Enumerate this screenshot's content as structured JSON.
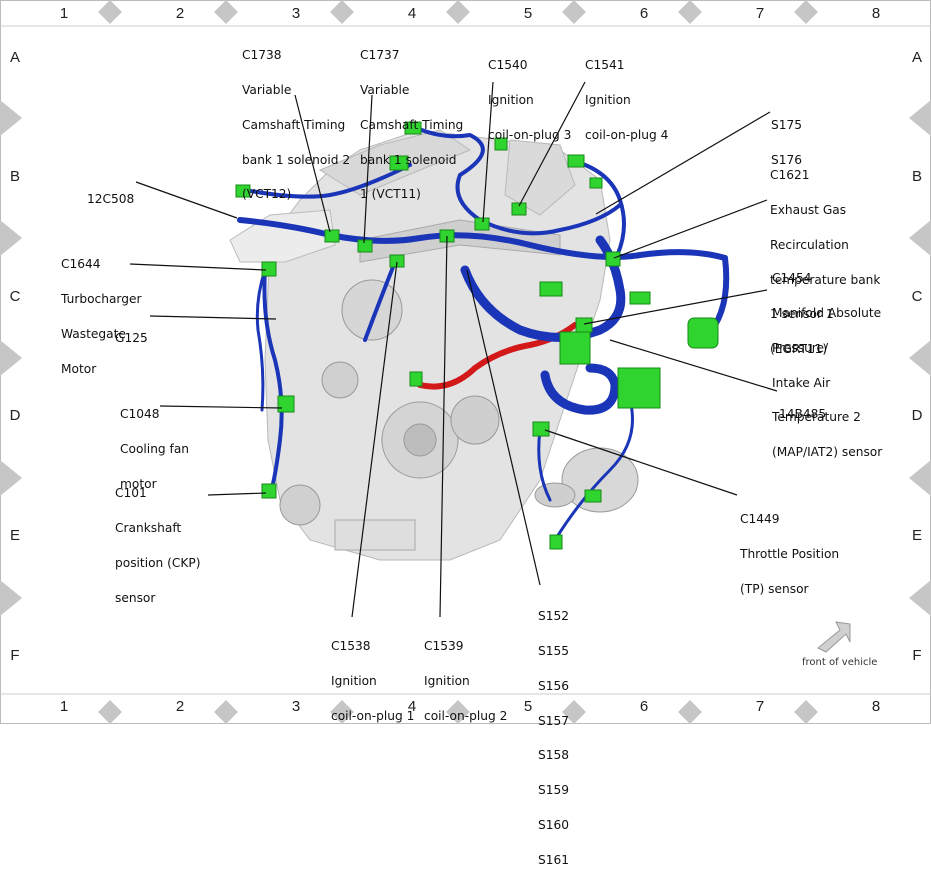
{
  "grid": {
    "columns": [
      "1",
      "2",
      "3",
      "4",
      "5",
      "6",
      "7",
      "8"
    ],
    "rows": [
      "A",
      "B",
      "C",
      "D",
      "E",
      "F"
    ]
  },
  "callouts": {
    "c1738": [
      "C1738",
      "Variable",
      "Camshaft Timing",
      "bank 1 solenoid 2",
      "(VCT12)"
    ],
    "c1737": [
      "C1737",
      "Variable",
      "Camshaft Timing",
      "bank 1 solenoid",
      "1 (VCT11)"
    ],
    "c1540": [
      "C1540",
      "Ignition",
      "coil-on-plug 3"
    ],
    "c1541": [
      "C1541",
      "Ignition",
      "coil-on-plug 4"
    ],
    "s175": [
      "S175",
      "S176"
    ],
    "c1621": [
      "C1621",
      "Exhaust Gas",
      "Recirculation",
      "temperature bank",
      "1 sensor 1",
      "(EGRT11)"
    ],
    "c12c508": [
      "12C508"
    ],
    "c1644": [
      "C1644",
      "Turbocharger",
      "Wastegate",
      "Motor"
    ],
    "c1454": [
      "C1454",
      "Manifold Absolute",
      "Pressure/",
      "Intake Air",
      "Temperature 2",
      "(MAP/IAT2) sensor"
    ],
    "g125": [
      "G125"
    ],
    "c14b485": [
      "14B485"
    ],
    "c1048": [
      "C1048",
      "Cooling fan",
      "motor"
    ],
    "c101": [
      "C101",
      "Crankshaft",
      "position (CKP)",
      "sensor"
    ],
    "c1449": [
      "C1449",
      "Throttle Position",
      "(TP) sensor"
    ],
    "c1538": [
      "C1538",
      "Ignition",
      "coil-on-plug 1"
    ],
    "c1539": [
      "C1539",
      "Ignition",
      "coil-on-plug 2"
    ],
    "s152": [
      "S152",
      "S155",
      "S156",
      "S157",
      "S158",
      "S159",
      "S160",
      "S161"
    ]
  },
  "front_of_vehicle": "front of vehicle",
  "colors": {
    "harness": "#1a35b8",
    "connector": "#2fd42f",
    "hose": "#d21818",
    "engine": "#dcdcdc",
    "border_diamond": "#c8c8c8"
  }
}
